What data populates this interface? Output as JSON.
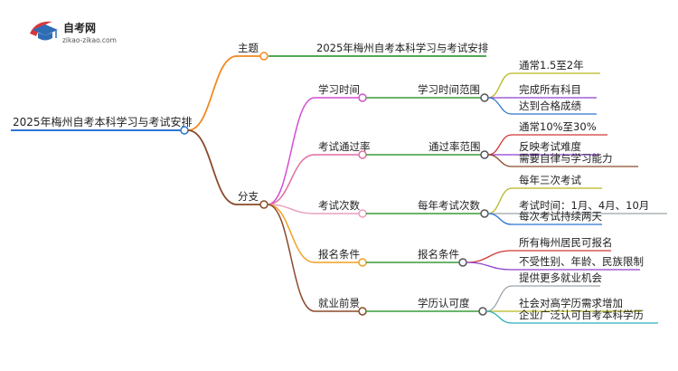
{
  "logo": {
    "title": "自考网",
    "url": "zikao-zikao.com",
    "colors": {
      "cap": "#2e6db4",
      "swoosh": "#d9363e"
    }
  },
  "mindmap": {
    "root": "2025年梅州自考本科学习与考试安排",
    "topic": {
      "label": "主题",
      "value": "2025年梅州自考本科学习与考试安排",
      "color": "#3a9b3a"
    },
    "branch": {
      "label": "分支",
      "items": [
        {
          "label": "学习时间",
          "sub": "学习时间范围",
          "color": "#d44fd0",
          "leaves": [
            {
              "text": "通常1.5至2年",
              "color": "#b7b71f"
            },
            {
              "text": "完成所有科目",
              "color": "#8e3fd0"
            },
            {
              "text": "达到合格成绩",
              "color": "#2e76d0"
            }
          ]
        },
        {
          "label": "考试通过率",
          "sub": "通过率范围",
          "color": "#e06fa0",
          "leaves": [
            {
              "text": "通常10%至30%",
              "color": "#d03838"
            },
            {
              "text": "反映考试难度",
              "color": "#8e3fd0"
            },
            {
              "text": "需要自律与学习能力",
              "color": "#8a4a2a"
            }
          ]
        },
        {
          "label": "考试次数",
          "sub": "每年考试次数",
          "color": "#e8a0c0",
          "leaves": [
            {
              "text": "每年三次考试",
              "color": "#b7b71f"
            },
            {
              "text": "考试时间：1月、4月、10月",
              "color": "#9aa3aa"
            },
            {
              "text": "每次考试持续两天",
              "color": "#2e76d0"
            }
          ]
        },
        {
          "label": "报名条件",
          "sub": "报名条件",
          "color": "#f0a020",
          "leaves": [
            {
              "text": "所有梅州居民可报名",
              "color": "#d03838"
            },
            {
              "text": "不受性别、年龄、民族限制",
              "color": "#8e3fd0"
            }
          ]
        },
        {
          "label": "就业前景",
          "sub": "学历认可度",
          "color": "#8a4a2a",
          "leaves": [
            {
              "text": "提供更多就业机会",
              "color": "#9aa3aa"
            },
            {
              "text": "社会对高学历需求增加",
              "color": "#b7b71f"
            },
            {
              "text": "企业广泛认可自考本科学历",
              "color": "#2ab0b8"
            }
          ]
        }
      ]
    },
    "colors": {
      "root": "#2e76d0",
      "topic_branch": "#f08a20",
      "branch_branch": "#8a4a2a"
    }
  }
}
